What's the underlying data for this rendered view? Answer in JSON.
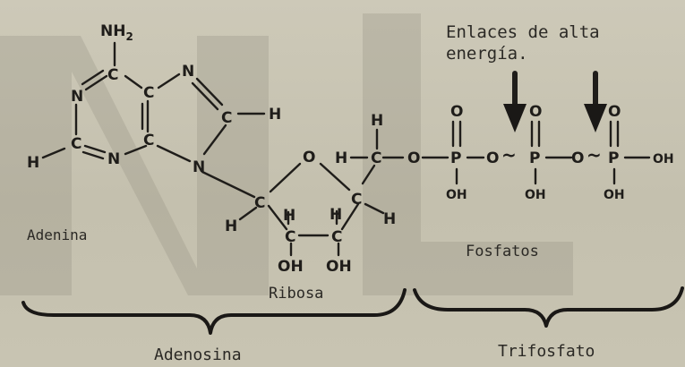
{
  "captions": {
    "high_energy_line1": "Enlaces de  alta",
    "high_energy_line2": "energía.",
    "adenina": "Adenina",
    "ribosa": "Ribosa",
    "fosfatos": "Fosfatos",
    "adenosina": "Adenosina",
    "trifosfato": "Trifosfato"
  },
  "atoms": {
    "nh2": "NH",
    "nh2_sub": "2",
    "n": "N",
    "c": "C",
    "h": "H",
    "o": "O",
    "p": "P",
    "oh": "OH",
    "squiggle": "~"
  },
  "colors": {
    "background": "#c9c5b4",
    "ink": "#1f1d1a",
    "watermark": "#8f8b7c"
  }
}
